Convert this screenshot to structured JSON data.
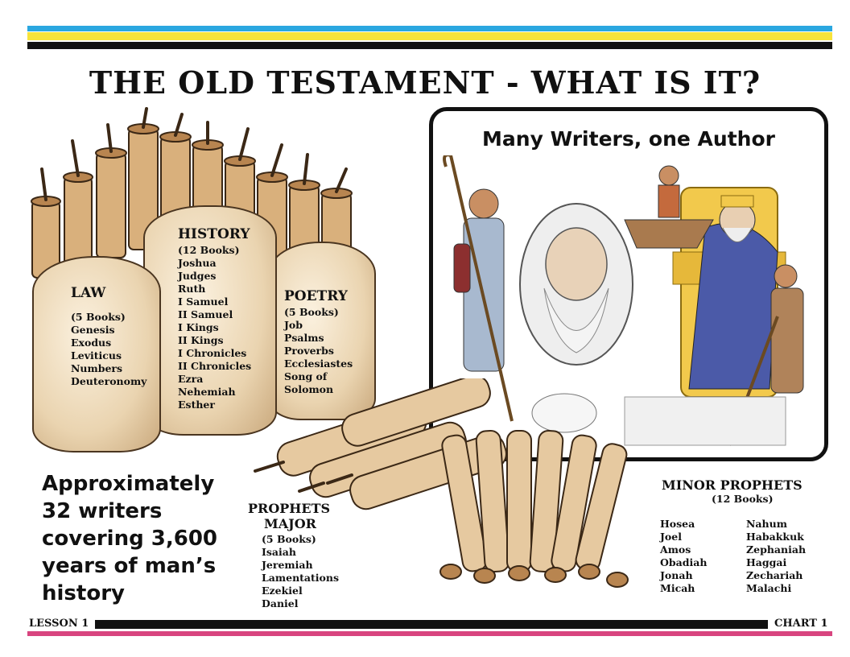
{
  "header": {
    "title": "THE OLD TESTAMENT - WHAT IS IT?"
  },
  "colors": {
    "cyan": "#2aa7e0",
    "yellow": "#f7e33b",
    "black": "#111111",
    "magenta": "#d8457f"
  },
  "law": {
    "title": "LAW",
    "count": "(5 Books)",
    "books": [
      "Genesis",
      "Exodus",
      "Leviticus",
      "Numbers",
      "Deuteronomy"
    ]
  },
  "history": {
    "title": "HISTORY",
    "count": "(12 Books)",
    "books": [
      "Joshua",
      "Judges",
      "Ruth",
      "I Samuel",
      "II Samuel",
      "I Kings",
      "II Kings",
      "I Chronicles",
      "II Chronicles",
      "Ezra",
      "Nehemiah",
      "Esther"
    ]
  },
  "poetry": {
    "title": "POETRY",
    "count": "(5 Books)",
    "books": [
      "Job",
      "Psalms",
      "Proverbs",
      "Ecclesiastes",
      "Song of",
      "Solomon"
    ]
  },
  "illustration": {
    "title": "Many Writers, one Author"
  },
  "summary": {
    "lines": [
      "Approximately",
      "32 writers",
      "covering 3,600",
      "years of man’s",
      "history"
    ]
  },
  "major_prophets": {
    "title_line1": "PROPHETS",
    "title_line2": "MAJOR",
    "count": "(5 Books)",
    "books": [
      "Isaiah",
      "Jeremiah",
      "Lamentations",
      "Ezekiel",
      "Daniel"
    ]
  },
  "minor_prophets": {
    "title": "MINOR PROPHETS",
    "count": "(12 Books)",
    "col1": [
      "Hosea",
      "Joel",
      "Amos",
      "Obadiah",
      "Jonah",
      "Micah"
    ],
    "col2": [
      "Nahum",
      "Habakkuk",
      "Zephaniah",
      "Haggai",
      "Zechariah",
      "Malachi"
    ]
  },
  "footer": {
    "left": "LESSON 1",
    "right": "CHART 1"
  }
}
